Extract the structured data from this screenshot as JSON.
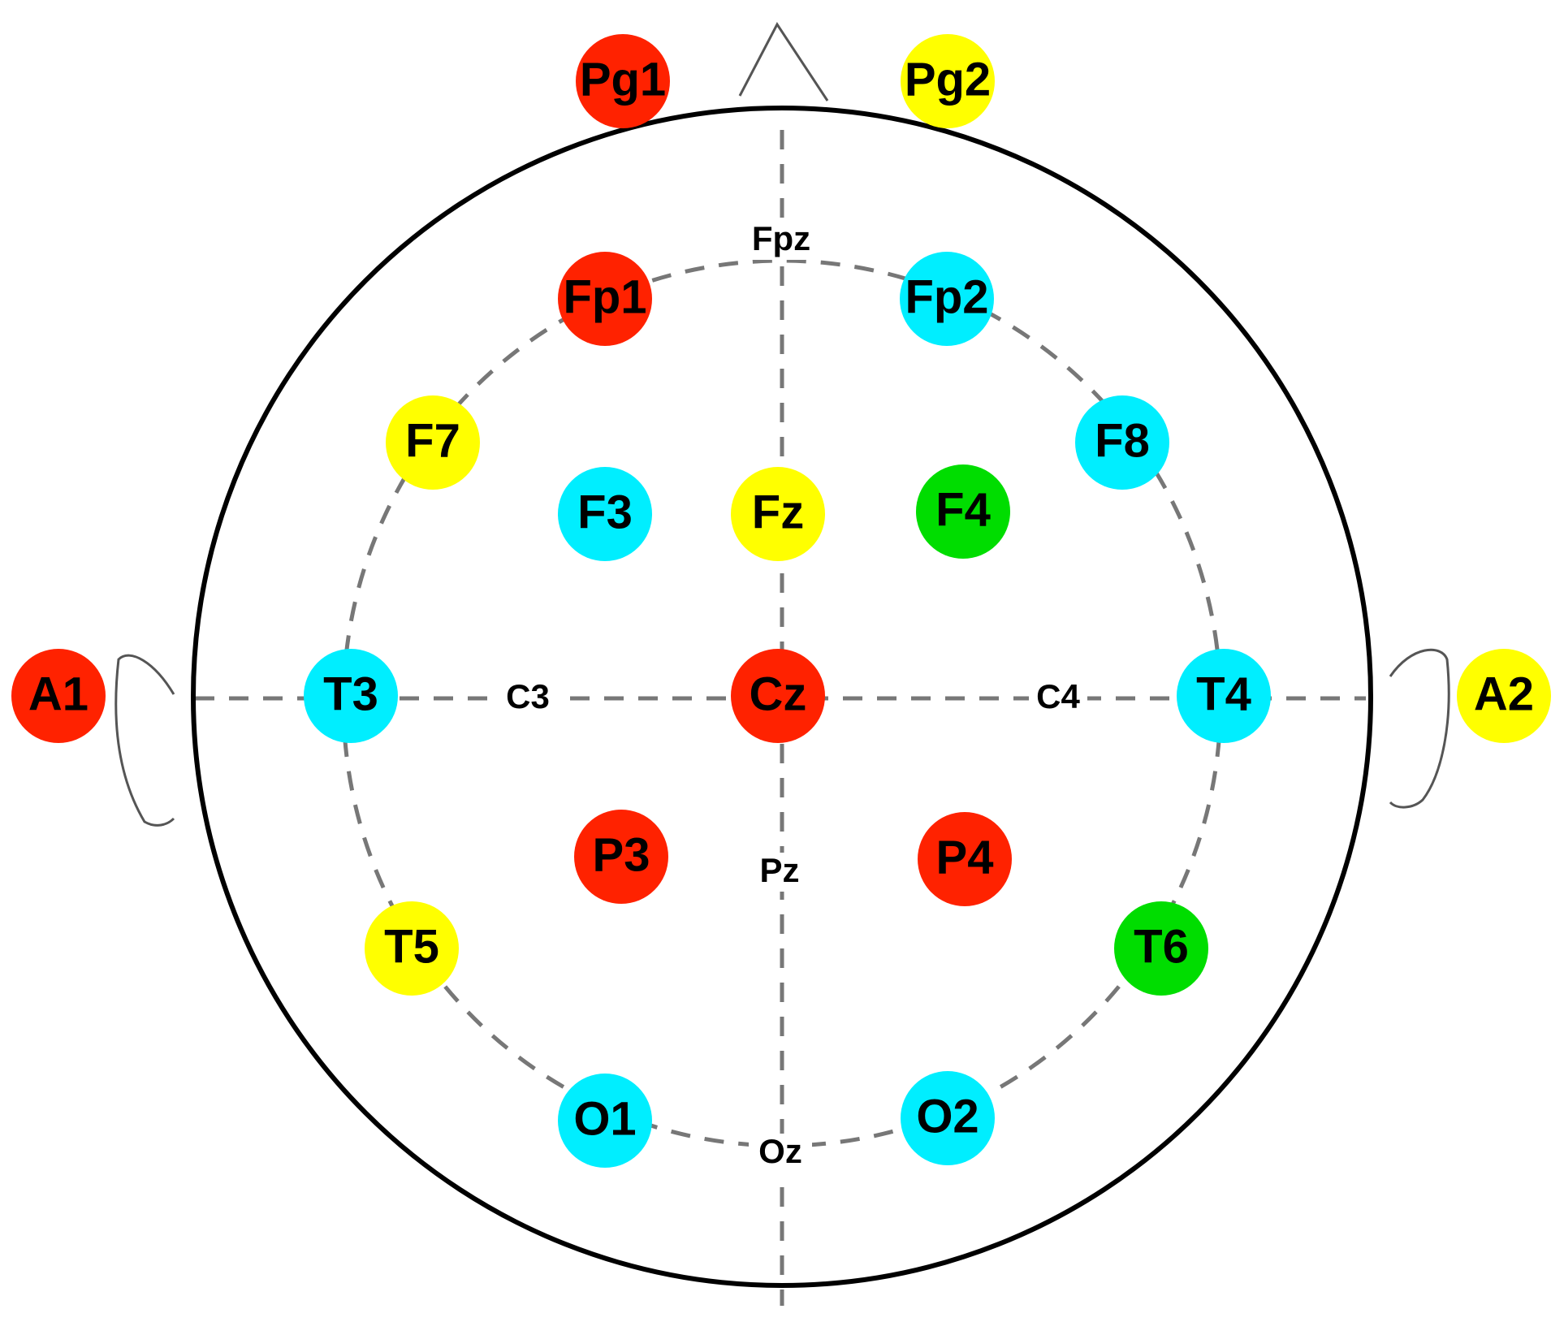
{
  "colors": {
    "red": "#ff2200",
    "yellow": "#ffff00",
    "cyan": "#00eeff",
    "green": "#00dd00",
    "outline": "#000000",
    "dash": "#777777",
    "ear": "#555555"
  },
  "electrodes": [
    {
      "id": "pg1",
      "label": "Pg1",
      "color": "red"
    },
    {
      "id": "pg2",
      "label": "Pg2",
      "color": "yellow"
    },
    {
      "id": "fp1",
      "label": "Fp1",
      "color": "red"
    },
    {
      "id": "fp2",
      "label": "Fp2",
      "color": "cyan"
    },
    {
      "id": "f7",
      "label": "F7",
      "color": "yellow"
    },
    {
      "id": "f8",
      "label": "F8",
      "color": "cyan"
    },
    {
      "id": "f3",
      "label": "F3",
      "color": "cyan"
    },
    {
      "id": "fz",
      "label": "Fz",
      "color": "yellow"
    },
    {
      "id": "f4",
      "label": "F4",
      "color": "green"
    },
    {
      "id": "a1",
      "label": "A1",
      "color": "red"
    },
    {
      "id": "t3",
      "label": "T3",
      "color": "cyan"
    },
    {
      "id": "cz",
      "label": "Cz",
      "color": "red"
    },
    {
      "id": "t4",
      "label": "T4",
      "color": "cyan"
    },
    {
      "id": "a2",
      "label": "A2",
      "color": "yellow"
    },
    {
      "id": "p3",
      "label": "P3",
      "color": "red"
    },
    {
      "id": "p4",
      "label": "P4",
      "color": "red"
    },
    {
      "id": "t5",
      "label": "T5",
      "color": "yellow"
    },
    {
      "id": "t6",
      "label": "T6",
      "color": "green"
    },
    {
      "id": "o1",
      "label": "O1",
      "color": "cyan"
    },
    {
      "id": "o2",
      "label": "O2",
      "color": "cyan"
    }
  ],
  "plain_labels": [
    {
      "id": "fpz",
      "label": "Fpz"
    },
    {
      "id": "c3",
      "label": "C3"
    },
    {
      "id": "c4",
      "label": "C4"
    },
    {
      "id": "pz",
      "label": "Pz"
    },
    {
      "id": "oz",
      "label": "Oz"
    }
  ]
}
